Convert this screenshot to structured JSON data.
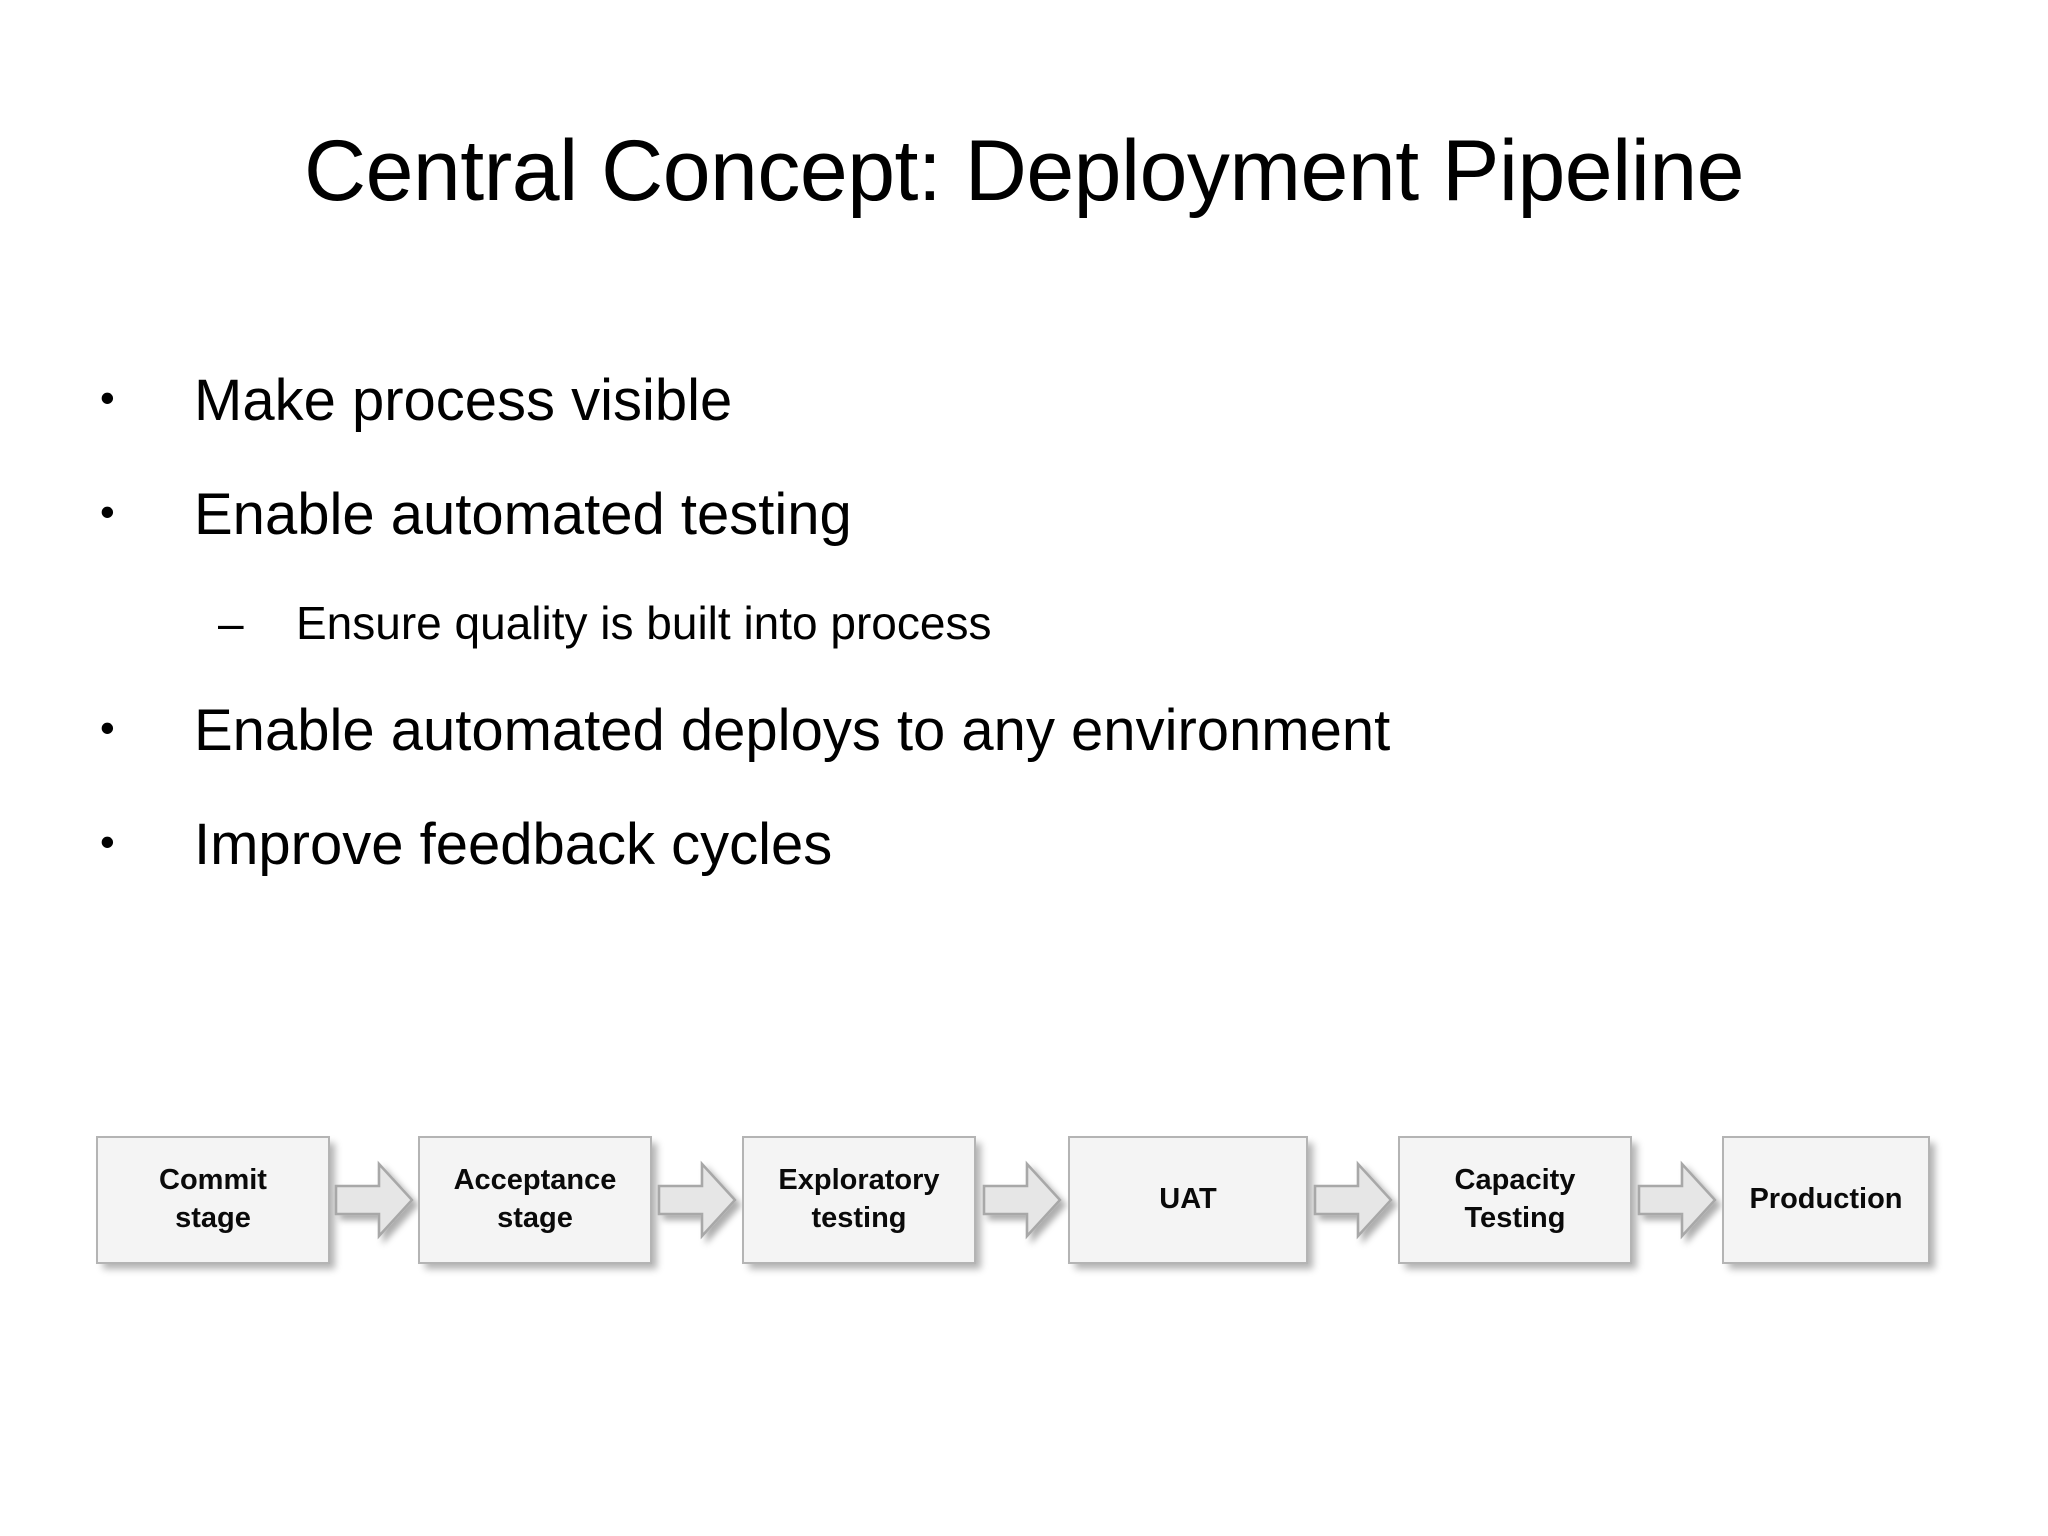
{
  "slide": {
    "title": "Central Concept: Deployment Pipeline",
    "background_color": "#ffffff",
    "text_color": "#000000"
  },
  "bullets": [
    {
      "level": 1,
      "marker": "•",
      "text": "Make process visible"
    },
    {
      "level": 1,
      "marker": "•",
      "text": "Enable automated testing"
    },
    {
      "level": 2,
      "marker": "–",
      "text": "Ensure quality is built into process"
    },
    {
      "level": 1,
      "marker": "•",
      "text": "Enable automated deploys to any environment"
    },
    {
      "level": 1,
      "marker": "•",
      "text": "Improve feedback cycles"
    }
  ],
  "pipeline": {
    "box_fill": "#f4f4f4",
    "box_border": "#b4b4b4",
    "arrow_fill": "#e6e6e6",
    "arrow_border": "#a8a8a8",
    "stages": [
      {
        "label": "Commit\nstage"
      },
      {
        "label": "Acceptance\nstage"
      },
      {
        "label": "Exploratory\ntesting"
      },
      {
        "label": "UAT"
      },
      {
        "label": "Capacity\nTesting"
      },
      {
        "label": "Production"
      }
    ],
    "connectors": [
      {
        "icon": "right-arrow-icon"
      },
      {
        "icon": "right-arrow-icon"
      },
      {
        "icon": "right-arrow-icon"
      },
      {
        "icon": "right-arrow-icon"
      },
      {
        "icon": "right-arrow-icon"
      }
    ]
  }
}
